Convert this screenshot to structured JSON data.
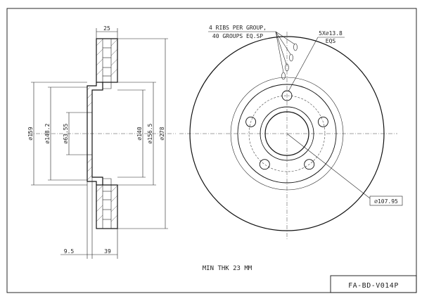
{
  "side_view": {
    "dims": {
      "width_top": "25",
      "d159": "⌀159",
      "d148": "⌀148.2",
      "d63": "⌀63.55",
      "d140": "⌀140",
      "d156": "⌀156.5",
      "d278": "⌀278",
      "offset_small": "9.5",
      "offset_total": "39"
    }
  },
  "front_view": {
    "ribs_line1": "4 RIBS PER GROUP,",
    "ribs_line2": "40 GROUPS EQ.SP",
    "holes_line1": "5X⌀13.8",
    "holes_line2": "EQS",
    "pcd": "⌀107.95"
  },
  "notes": {
    "min_thickness": "MIN THK 23 MM"
  },
  "title_block": {
    "part_number": "FA-BD-V014P"
  }
}
